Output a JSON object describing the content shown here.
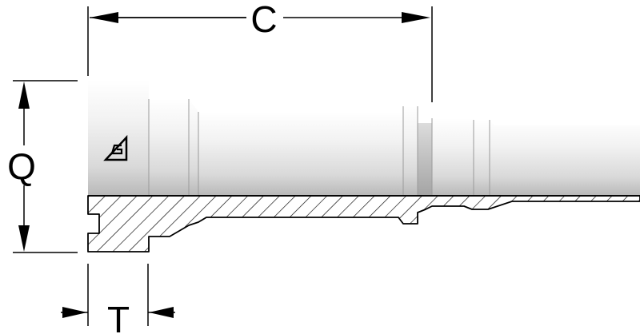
{
  "dimensions": {
    "c_label": "C",
    "q_label": "Q",
    "t_label": "T"
  },
  "logo": {
    "name": "triangle-g-logo"
  },
  "colors": {
    "body_light": "#eeeeee",
    "body_mid": "#d4d4d4",
    "body_dark": "#a8a8a8",
    "line": "#000000"
  }
}
